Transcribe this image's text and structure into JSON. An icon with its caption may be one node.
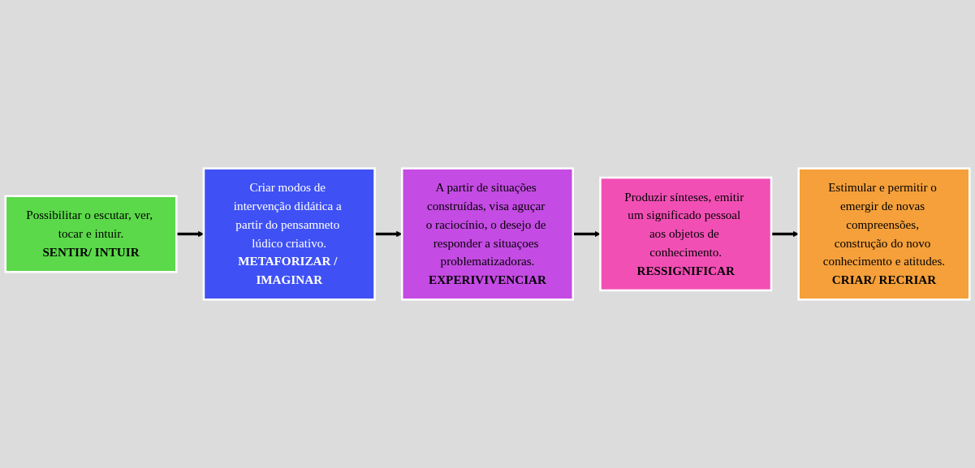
{
  "diagram": {
    "nodes": [
      {
        "text": [
          "Possibilitar o escutar, ver, tocar e intuir.",
          "SENTIR/ INTUIR"
        ]
      },
      {
        "text": [
          "Criar modos de intervenção didática a partir do pensamneto lúdico criativo.",
          "METAFORIZAR / IMAGINAR"
        ]
      },
      {
        "text": [
          "A partir de situações construídas, visa aguçar o raciocínio, o desejo de responder a situaçoes problematizadoras.",
          "EXPERIVIVENCIAR"
        ]
      },
      {
        "text": [
          "Produzir sínteses, emitir um significado pessoal aos objetos de conhecimento.",
          "RESSIGNIFICAR"
        ]
      },
      {
        "text": [
          "Estimular e permitir o emergir de novas compreensões, construção do novo conhecimento e atitudes.",
          "CRIAR/ RECRIAR"
        ]
      }
    ],
    "edges": [
      {
        "from": 0,
        "to": 1,
        "arrow": "to"
      },
      {
        "from": 1,
        "to": 2,
        "arrow": "to"
      },
      {
        "from": 2,
        "to": 3,
        "arrow": "to"
      },
      {
        "from": 3,
        "to": 4,
        "arrow": "to"
      }
    ]
  }
}
